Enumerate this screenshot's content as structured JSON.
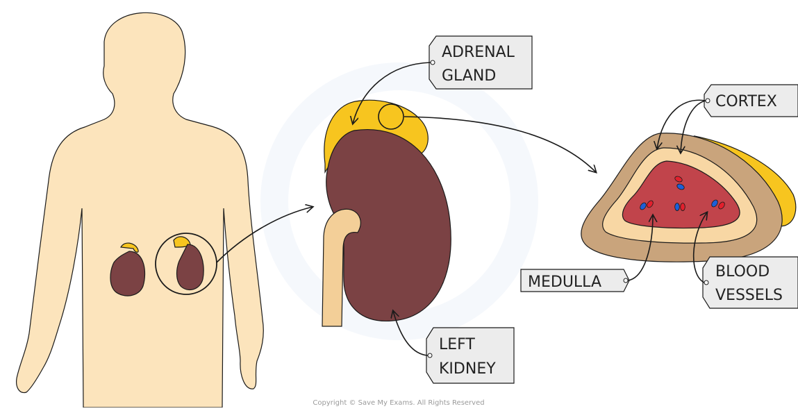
{
  "labels": {
    "adrenal_line1": "ADRENAL",
    "adrenal_line2": "GLAND",
    "left_line1": "LEFT",
    "left_line2": "KIDNEY",
    "cortex": "CORTEX",
    "medulla": "MEDULLA",
    "blood_line1": "BLOOD",
    "blood_line2": "VESSELS"
  },
  "copyright": "Copyright © Save My Exams. All Rights Reserved",
  "colors": {
    "skin": "#fce4bc",
    "kidney": "#7b4244",
    "adrenal": "#f7c51f",
    "ureter": "#f3cf98",
    "cortex_outer": "#c9a47c",
    "cortex_inner": "#f8d7a4",
    "medulla": "#c1444b",
    "vessel_red": "#e2202d",
    "vessel_blue": "#1d5fd8",
    "tag_fill": "#ececec",
    "stroke": "#1a1a1a"
  }
}
